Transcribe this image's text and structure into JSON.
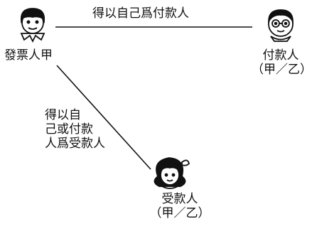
{
  "edges": {
    "drawer_to_payer": "得以自己爲付款人",
    "drawer_to_payee": [
      "得以自",
      "己或付款",
      "人爲受款人"
    ]
  },
  "nodes": {
    "drawer": {
      "label": "發票人甲"
    },
    "payer": {
      "label": "付款人",
      "sub": "（甲／乙）"
    },
    "payee": {
      "label": "受款人",
      "sub": "（甲／乙）"
    }
  }
}
